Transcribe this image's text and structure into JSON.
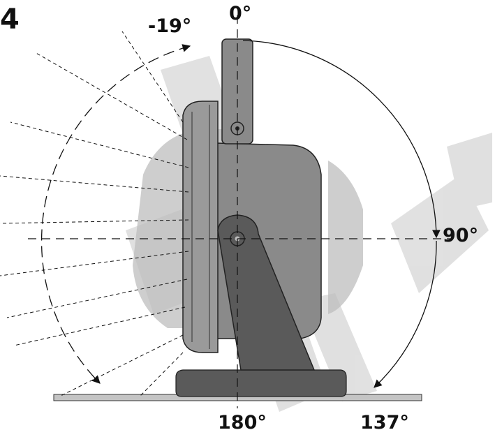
{
  "figure": {
    "number": "4"
  },
  "angles": {
    "top": "0°",
    "upper_left": "-19°",
    "right": "90°",
    "bottom": "180°",
    "bottom_right": "137°"
  },
  "watermark": {
    "text": "ЗАГОВИЙ LIT MA ECI"
  },
  "colors": {
    "lamp_body": "#8a8a8a",
    "lamp_front": "#9a9a9a",
    "stand": "#5a5a5a",
    "watermark": "#c8c8c8",
    "base_plate": "#c4c4c4",
    "ink": "#111111"
  }
}
